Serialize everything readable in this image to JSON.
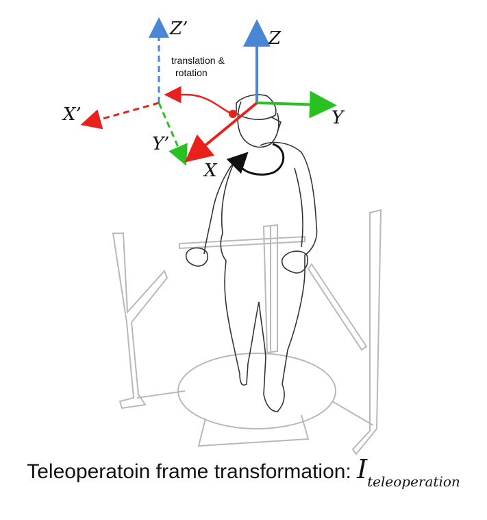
{
  "labels": {
    "z_prime": "Z’",
    "x_prime": "X’",
    "y_prime": "Y’",
    "z": "Z",
    "y": "Y",
    "x": "X",
    "note_line1": "translation &",
    "note_line2": "rotation"
  },
  "caption": {
    "text": "Teleoperatoin frame transformation: ",
    "symbol": "I",
    "subscript": "teleoperation"
  },
  "colors": {
    "axis_z": "#4a86d6",
    "axis_x": "#e8211c",
    "axis_y": "#27c21f",
    "sketch": "#b8b8b8",
    "figure": "#333333",
    "arrow": "#111111"
  }
}
